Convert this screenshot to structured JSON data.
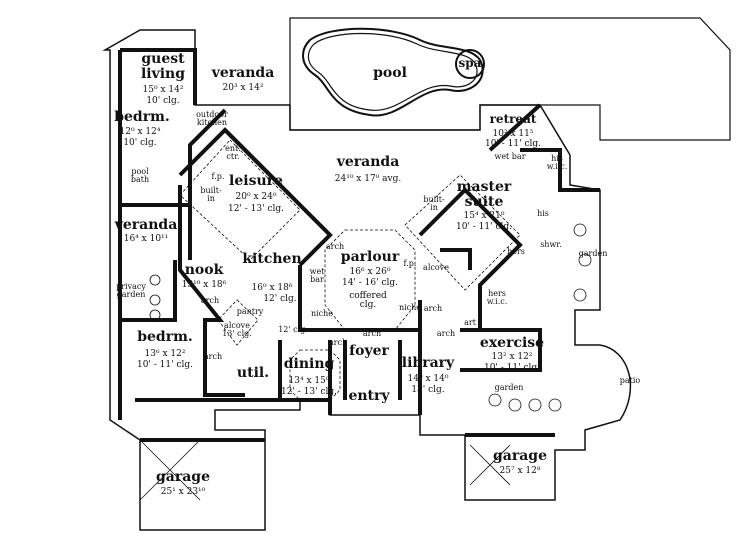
{
  "rooms": {
    "guest_living": {
      "name": "guest\nliving",
      "dims": "15⁰ x 14²",
      "clg": "10' clg."
    },
    "veranda_top": {
      "name": "veranda",
      "dims": "20³ x 14²"
    },
    "pool": {
      "name": "pool"
    },
    "spa": {
      "name": "spa"
    },
    "bedrm_top": {
      "name": "bedrm.",
      "dims": "12⁰ x 12⁴",
      "clg": "10' clg."
    },
    "leisure": {
      "name": "leisure",
      "dims": "20⁰ x 24⁰",
      "clg": "12' - 13' clg."
    },
    "veranda_center": {
      "name": "veranda",
      "dims": "24¹⁰ x 17⁰ avg."
    },
    "retreat": {
      "name": "retreat",
      "dims": "10² x 11⁵",
      "clg": "10' - 11' clg."
    },
    "master_suite": {
      "name": "master\nsuite",
      "dims": "15⁴ x 21⁰",
      "clg": "10' - 11' clg."
    },
    "veranda_left": {
      "name": "veranda",
      "dims": "16⁴ x 10¹¹"
    },
    "nook": {
      "name": "nook",
      "dims": "13¹⁰ x 18⁶"
    },
    "kitchen": {
      "name": "kitchen",
      "dims": "16⁰ x 18⁶",
      "clg": "12' clg."
    },
    "parlour": {
      "name": "parlour",
      "dims": "16⁶ x 26⁰",
      "clg": "14' - 16' clg.",
      "note": "coffered\nclg."
    },
    "bedrm_bottom": {
      "name": "bedrm.",
      "dims": "13⁶ x 12²",
      "clg": "10' - 11' clg."
    },
    "util": {
      "name": "util."
    },
    "dining": {
      "name": "dining",
      "dims": "13⁴ x 15⁰",
      "clg": "12' - 13' clg."
    },
    "foyer": {
      "name": "foyer"
    },
    "entry": {
      "name": "entry"
    },
    "library": {
      "name": "library",
      "dims": "14⁰ x 14⁰",
      "clg": "13' clg."
    },
    "exercise": {
      "name": "exercise",
      "dims": "13² x 12²",
      "clg": "10' - 11' clg."
    },
    "garage_left": {
      "name": "garage",
      "dims": "25¹ x 23¹⁰"
    },
    "garage_right": {
      "name": "garage",
      "dims": "25⁷ x 12⁸"
    }
  },
  "annotations": {
    "outdoor_kitchen": "outdoor\nkitchen",
    "ent_ctr": "ent.\nctr.",
    "pool_bath": "pool\nbath",
    "fp_leisure": "f.p.",
    "builtin_leisure": "built-\nin",
    "wet_bar_retreat": "wet bar",
    "his_wic": "his\nw.i.c.",
    "builtin_master": "built-\nin",
    "his": "his",
    "hers": "hers",
    "shwr": "shwr.",
    "garden_right": "garden",
    "privacy_garden": "privacy\ngarden",
    "pantry": "pantry",
    "arch_nook": "arch",
    "alcove_hall": "alcove\n13' clg.",
    "arch_bedrm": "arch",
    "hall_clg": "12' clg.",
    "niche_kitchen": "niche",
    "arch_parlour": "arch",
    "wet_bar_parlour": "wet\nbar",
    "fp_parlour": "f.p.",
    "niche_parlour": "niche",
    "alcove_parlour": "alcove",
    "arch_alcove": "arch",
    "arch_library": "arch",
    "arch_dining": "arch",
    "arch_foyer": "arch",
    "hers_wic": "hers\nw.i.c.",
    "art": "art",
    "garden_bottom": "garden",
    "patio": "patio"
  }
}
